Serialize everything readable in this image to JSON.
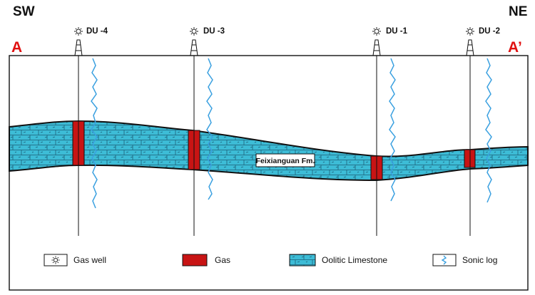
{
  "directions": {
    "left": "SW",
    "right": "NE"
  },
  "section_points": {
    "start": "A",
    "end": "A’"
  },
  "wells": [
    {
      "name": "DU -4"
    },
    {
      "name": "DU -3"
    },
    {
      "name": "DU -1"
    },
    {
      "name": "DU -2"
    }
  ],
  "formation_label": "Feixianguan Fm.",
  "legend": {
    "gas_well": "Gas well",
    "gas": "Gas",
    "oolitic_limestone": "Oolitic Limestone",
    "sonic_log": "Sonic log"
  },
  "colors": {
    "limestone_fill": "#3dbcd6",
    "limestone_pattern": "#1b5f78",
    "gas": "#c81414",
    "sonic_log": "#3aa0e0",
    "section_point": "#e01010"
  }
}
